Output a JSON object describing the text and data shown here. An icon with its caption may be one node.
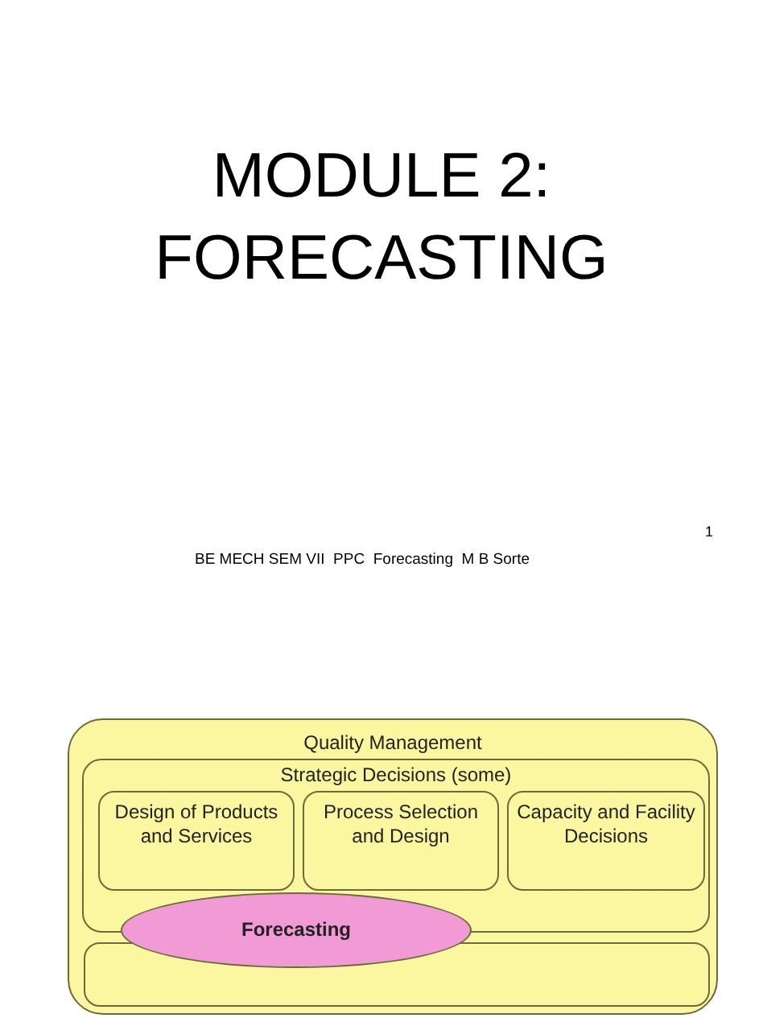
{
  "diagram": {
    "title": "MODULE 2: FORECASTING",
    "nodes": [
      {
        "text": [
          "Quality Management"
        ]
      },
      {
        "text": [
          "Strategic Decisions (some)"
        ],
        "in": 0
      },
      {
        "text": [
          "Design of Products and Services"
        ],
        "in": 1
      },
      {
        "text": [
          "Process Selection and Design"
        ],
        "in": 1
      },
      {
        "text": [
          "Capacity and Facility Decisions"
        ],
        "in": 1
      },
      {
        "text": [
          "Forecasting"
        ],
        "in": 0
      },
      {
        "text": [],
        "shape": "box",
        "in": 0
      }
    ],
    "labels": [
      "1",
      "BE MECH SEM VII  PPC  Forecasting  M B Sorte"
    ]
  }
}
